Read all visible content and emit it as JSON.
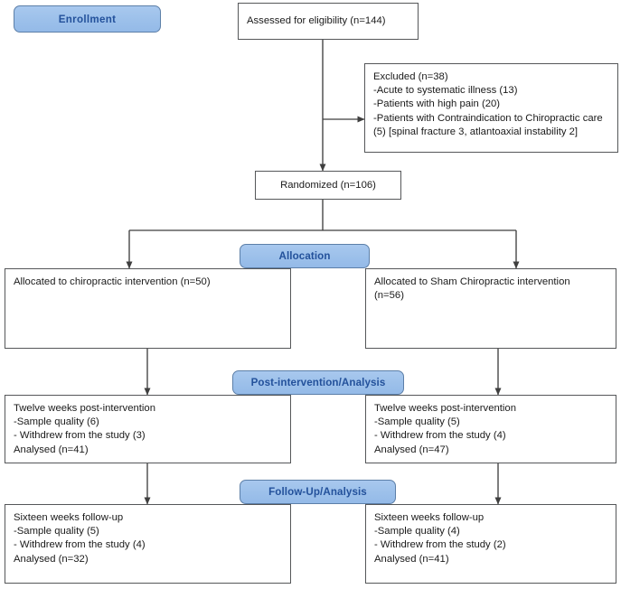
{
  "diagram": {
    "title": "CONSORT participant flow diagram",
    "type": "flowchart",
    "colors": {
      "banner_fill": "#9cc0ea",
      "banner_border": "#5c7fa8",
      "banner_text": "#23519b",
      "box_border": "#555759",
      "box_fill": "#ffffff",
      "connector": "#3f3f3f",
      "text": "#1a1a1a"
    }
  },
  "banners": {
    "enrollment": "Enrollment",
    "allocation": "Allocation",
    "post_intervention": "Post-intervention/Analysis",
    "follow_up": "Follow-Up/Analysis"
  },
  "nodes": {
    "assessed": "Assessed for eligibility (n=144)",
    "excluded": "Excluded (n=38)\n-Acute to systematic illness (13)\n-Patients with high pain (20)\n-Patients with Contraindication to Chiropractic care\n(5) [spinal fracture 3, atlantoaxial instability 2]",
    "randomized": "Randomized (n=106)",
    "allocated_left": "Allocated to chiropractic intervention (n=50)",
    "allocated_right": "Allocated to Sham Chiropractic intervention\n(n=56)",
    "post_left": "Twelve weeks post-intervention\n-Sample quality (6)\n- Withdrew from the study (3)\nAnalysed (n=41)",
    "post_right": "Twelve weeks post-intervention\n-Sample quality (5)\n- Withdrew from the study (4)\nAnalysed (n=47)",
    "follow_left": "Sixteen weeks follow-up\n-Sample quality (5)\n- Withdrew from the study (4)\nAnalysed (n=32)",
    "follow_right": "Sixteen weeks follow-up\n-Sample quality (4)\n- Withdrew from the study (2)\nAnalysed (n=41)"
  },
  "flow_data": {
    "assessed_for_eligibility": 144,
    "excluded_total": 38,
    "excluded_reasons": [
      {
        "reason": "Acute to systematic illness",
        "n": 13
      },
      {
        "reason": "Patients with high pain",
        "n": 20
      },
      {
        "reason": "Patients with Contraindication to Chiropractic care",
        "n": 5,
        "detail": "spinal fracture 3, atlantoaxial instability 2"
      }
    ],
    "randomized": 106,
    "arms": [
      {
        "name": "Chiropractic intervention",
        "allocated": 50,
        "post_intervention": {
          "label": "Twelve weeks post-intervention",
          "sample_quality": 6,
          "withdrew": 3,
          "analysed": 41
        },
        "follow_up": {
          "label": "Sixteen weeks follow-up",
          "sample_quality": 5,
          "withdrew": 4,
          "analysed": 32
        }
      },
      {
        "name": "Sham Chiropractic intervention",
        "allocated": 56,
        "post_intervention": {
          "label": "Twelve weeks post-intervention",
          "sample_quality": 5,
          "withdrew": 4,
          "analysed": 47
        },
        "follow_up": {
          "label": "Sixteen weeks follow-up",
          "sample_quality": 4,
          "withdrew": 2,
          "analysed": 41
        }
      }
    ]
  }
}
